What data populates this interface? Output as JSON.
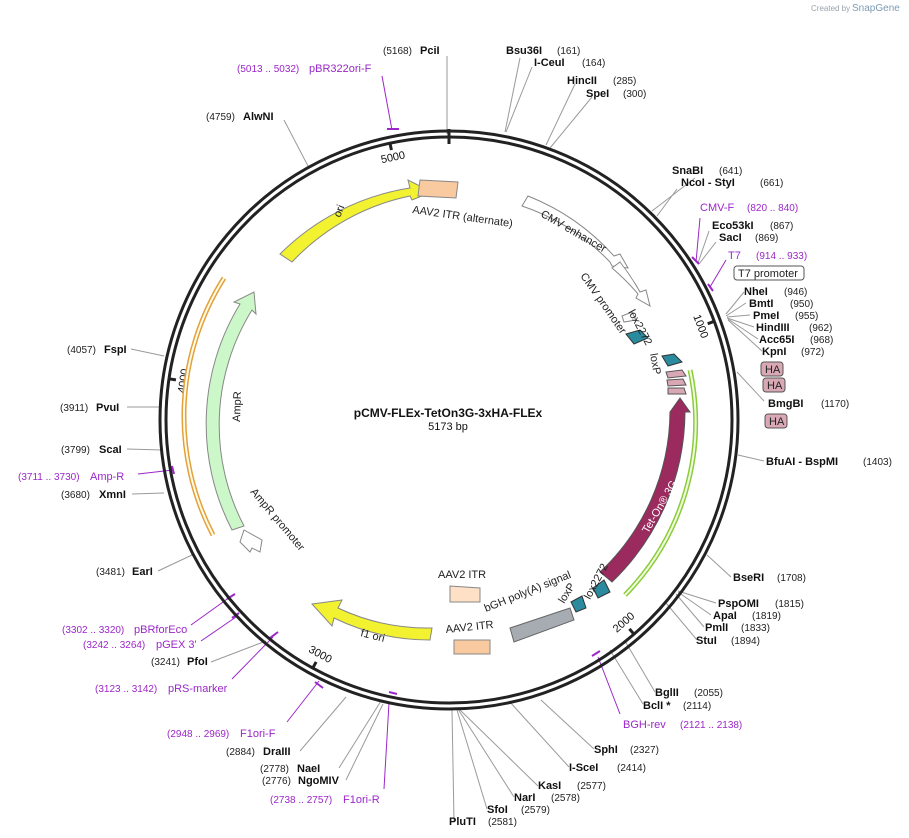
{
  "header": {
    "created_by": "Created by",
    "brand": "SnapGene"
  },
  "plasmid": {
    "name": "pCMV-FLEx-TetOn3G-3xHA-FLEx",
    "size_label": "5173 bp",
    "length": 5173
  },
  "ticks": [
    {
      "pos": 1000,
      "label": "1000"
    },
    {
      "pos": 2000,
      "label": "2000"
    },
    {
      "pos": 3000,
      "label": "3000"
    },
    {
      "pos": 4000,
      "label": "4000"
    },
    {
      "pos": 5000,
      "label": "5000"
    }
  ],
  "sites": [
    {
      "name": "PciI",
      "pos": 5168,
      "pos_label": "(5168)"
    },
    {
      "name": "Bsu36I",
      "pos": 161,
      "pos_label": "(161)"
    },
    {
      "name": "I-CeuI",
      "pos": 164,
      "pos_label": "(164)"
    },
    {
      "name": "HincII",
      "pos": 285,
      "pos_label": "(285)"
    },
    {
      "name": "SpeI",
      "pos": 300,
      "pos_label": "(300)"
    },
    {
      "name": "SnaBI",
      "pos": 641,
      "pos_label": "(641)"
    },
    {
      "name": "NcoI - StyI",
      "pos": 661,
      "pos_label": "(661)"
    },
    {
      "name": "Eco53kI",
      "pos": 867,
      "pos_label": "(867)"
    },
    {
      "name": "SacI",
      "pos": 869,
      "pos_label": "(869)"
    },
    {
      "name": "NheI",
      "pos": 946,
      "pos_label": "(946)"
    },
    {
      "name": "BmtI",
      "pos": 950,
      "pos_label": "(950)"
    },
    {
      "name": "PmeI",
      "pos": 955,
      "pos_label": "(955)"
    },
    {
      "name": "HindIII",
      "pos": 962,
      "pos_label": "(962)"
    },
    {
      "name": "Acc65I",
      "pos": 968,
      "pos_label": "(968)"
    },
    {
      "name": "KpnI",
      "pos": 972,
      "pos_label": "(972)"
    },
    {
      "name": "BmgBI",
      "pos": 1170,
      "pos_label": "(1170)"
    },
    {
      "name": "BfuAI - BspMI",
      "pos": 1403,
      "pos_label": "(1403)"
    },
    {
      "name": "BseRI",
      "pos": 1708,
      "pos_label": "(1708)"
    },
    {
      "name": "PspOMI",
      "pos": 1815,
      "pos_label": "(1815)"
    },
    {
      "name": "ApaI",
      "pos": 1819,
      "pos_label": "(1819)"
    },
    {
      "name": "PmlI",
      "pos": 1833,
      "pos_label": "(1833)"
    },
    {
      "name": "StuI",
      "pos": 1894,
      "pos_label": "(1894)"
    },
    {
      "name": "BglII",
      "pos": 2055,
      "pos_label": "(2055)"
    },
    {
      "name": "BclI *",
      "pos": 2114,
      "pos_label": "(2114)"
    },
    {
      "name": "SphI",
      "pos": 2327,
      "pos_label": "(2327)"
    },
    {
      "name": "I-SceI",
      "pos": 2414,
      "pos_label": "(2414)"
    },
    {
      "name": "KasI",
      "pos": 2577,
      "pos_label": "(2577)"
    },
    {
      "name": "NarI",
      "pos": 2578,
      "pos_label": "(2578)"
    },
    {
      "name": "SfoI",
      "pos": 2579,
      "pos_label": "(2579)"
    },
    {
      "name": "PluTI",
      "pos": 2581,
      "pos_label": "(2581)"
    },
    {
      "name": "NaeI",
      "pos": 2778,
      "pos_label": "(2778)"
    },
    {
      "name": "NgoMIV",
      "pos": 2776,
      "pos_label": "(2776)"
    },
    {
      "name": "DraIII",
      "pos": 2884,
      "pos_label": "(2884)"
    },
    {
      "name": "PfoI",
      "pos": 3241,
      "pos_label": "(3241)"
    },
    {
      "name": "EarI",
      "pos": 3481,
      "pos_label": "(3481)"
    },
    {
      "name": "XmnI",
      "pos": 3680,
      "pos_label": "(3680)"
    },
    {
      "name": "ScaI",
      "pos": 3799,
      "pos_label": "(3799)"
    },
    {
      "name": "PvuI",
      "pos": 3911,
      "pos_label": "(3911)"
    },
    {
      "name": "FspI",
      "pos": 4057,
      "pos_label": "(4057)"
    },
    {
      "name": "AlwNI",
      "pos": 4759,
      "pos_label": "(4759)"
    }
  ],
  "primers": [
    {
      "name": "pBR322ori-F",
      "range": "(5013 .. 5032)",
      "pos": 5022
    },
    {
      "name": "CMV-F",
      "range": "(820 .. 840)",
      "pos": 830
    },
    {
      "name": "T7",
      "range": "(914 .. 933)",
      "pos": 923
    },
    {
      "name": "BGH-rev",
      "range": "(2121 .. 2138)",
      "pos": 2130
    },
    {
      "name": "F1ori-F",
      "range": "(2948 .. 2969)",
      "pos": 2958
    },
    {
      "name": "F1ori-R",
      "range": "(2738 .. 2757)",
      "pos": 2748
    },
    {
      "name": "pRS-marker",
      "range": "(3123 .. 3142)",
      "pos": 3132
    },
    {
      "name": "pGEX 3'",
      "range": "(3242 .. 3264)",
      "pos": 3253
    },
    {
      "name": "pBRforEco",
      "range": "(3302 .. 3320)",
      "pos": 3311
    },
    {
      "name": "Amp-R",
      "range": "(3711 .. 3730)",
      "pos": 3720
    }
  ],
  "features": [
    {
      "name": "AAV2 ITR (alternate)",
      "color": "#f9c9a0"
    },
    {
      "name": "CMV enhancer",
      "color": "#ffffff"
    },
    {
      "name": "CMV promoter",
      "color": "#ffffff"
    },
    {
      "name": "lox2272",
      "color": "#2a8a9e"
    },
    {
      "name": "loxP",
      "color": "#2a8a9e"
    },
    {
      "name": "HA",
      "color": "#d8a8b4"
    },
    {
      "name": "Tet-On® 3G",
      "color": "#9b2a5e"
    },
    {
      "name": "bGH poly(A) signal",
      "color": "#a7abb2"
    },
    {
      "name": "AAV2 ITR",
      "color": "#f9c9a0"
    },
    {
      "name": "f1 ori",
      "color": "#f2f230"
    },
    {
      "name": "AmpR",
      "color": "#ccf7c8"
    },
    {
      "name": "AmpR promoter",
      "color": "#ffffff"
    },
    {
      "name": "ori",
      "color": "#f2f230"
    }
  ],
  "promoter_box": {
    "label": "T7 promoter"
  },
  "ha_tags": [
    "HA",
    "HA",
    "HA"
  ],
  "colors": {
    "backbone": "#222222",
    "primer": "#9b27c9",
    "leader": "#9a9a9a",
    "ori_arc": "#e3a13a",
    "teton_arc": "#8ccc3a"
  }
}
